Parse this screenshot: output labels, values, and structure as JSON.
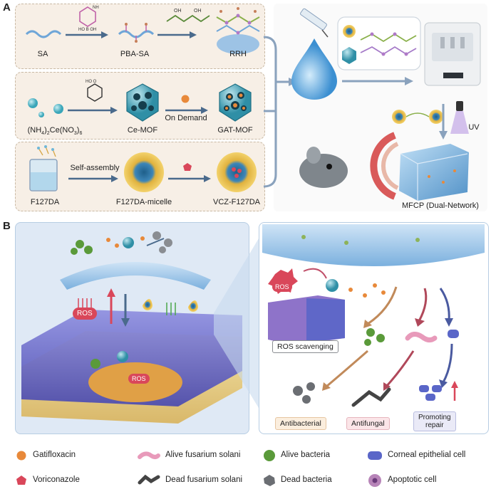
{
  "panels": {
    "a": "A",
    "b": "B"
  },
  "row1": {
    "sa": "SA",
    "pba_sa": "PBA-SA",
    "rrh": "RRH"
  },
  "row2": {
    "salt_main": "(NH",
    "salt_sub1": "4",
    "salt_mid": ")",
    "salt_sub2": "2",
    "salt_tail": "Ce(NO",
    "salt_sub3": "3",
    "salt_end": ")",
    "salt_sub4": "6",
    "ce_mof": "Ce-MOF",
    "on_demand": "On Demand",
    "gat_mof": "GAT-MOF"
  },
  "row3": {
    "f127da": "F127DA",
    "self_assembly": "Self-assembly",
    "micelle": "F127DA-micelle",
    "vcz": "VCZ-F127DA"
  },
  "right_a": {
    "uv": "UV",
    "mfcp": "MFCP (Dual-Network)"
  },
  "panel_b": {
    "ros": "ROS",
    "ros_scavenging": "ROS scavenging",
    "antibacterial": "Antibacterial",
    "antifungal": "Antifungal",
    "promoting": "Promoting",
    "repair": "repair"
  },
  "legend": [
    {
      "label": "Gatifloxacin",
      "icon": "gatifloxacin-sphere-icon"
    },
    {
      "label": "Alive fusarium solani",
      "icon": "alive-fusarium-icon"
    },
    {
      "label": "Alive bacteria",
      "icon": "alive-bacteria-icon"
    },
    {
      "label": "Corneal epithelial cell",
      "icon": "corneal-cell-icon"
    },
    {
      "label": "Voriconazole",
      "icon": "voriconazole-icon"
    },
    {
      "label": "Dead fusarium solani",
      "icon": "dead-fusarium-icon"
    },
    {
      "label": "Dead bacteria",
      "icon": "dead-bacteria-icon"
    },
    {
      "label": "Apoptotic cell",
      "icon": "apoptotic-cell-icon"
    }
  ],
  "colors": {
    "box_fill": "#f7efe6",
    "box_border": "#c9b9a4",
    "arrow": "#4a6a8c",
    "panel_b_bg": "#dfe9f5",
    "ros": "#d9475a"
  }
}
